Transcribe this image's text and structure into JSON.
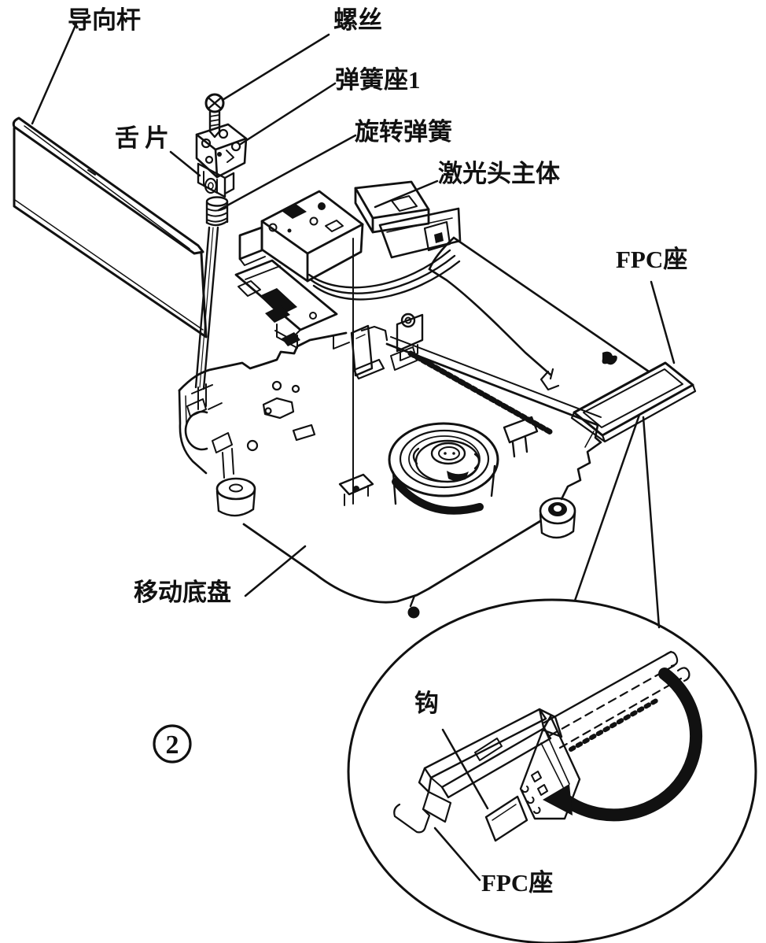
{
  "figure": {
    "kind": "exploded assembly technical illustration (optical pickup / laser head unit)",
    "step_number": "2",
    "colors": {
      "ink": "#111111",
      "background": "#ffffff"
    },
    "labels": {
      "guide_rod": "导向杆",
      "screw": "螺丝",
      "spring_seat_1": "弹簧座1",
      "tongue": "舌片",
      "rotation_spring": "旋转弹簧",
      "laser_head_body": "激光头主体",
      "fpc_seat": "FPC座",
      "moving_chassis": "移动底盘",
      "hook": "钩",
      "fpc_seat_detail": "FPC座"
    }
  }
}
